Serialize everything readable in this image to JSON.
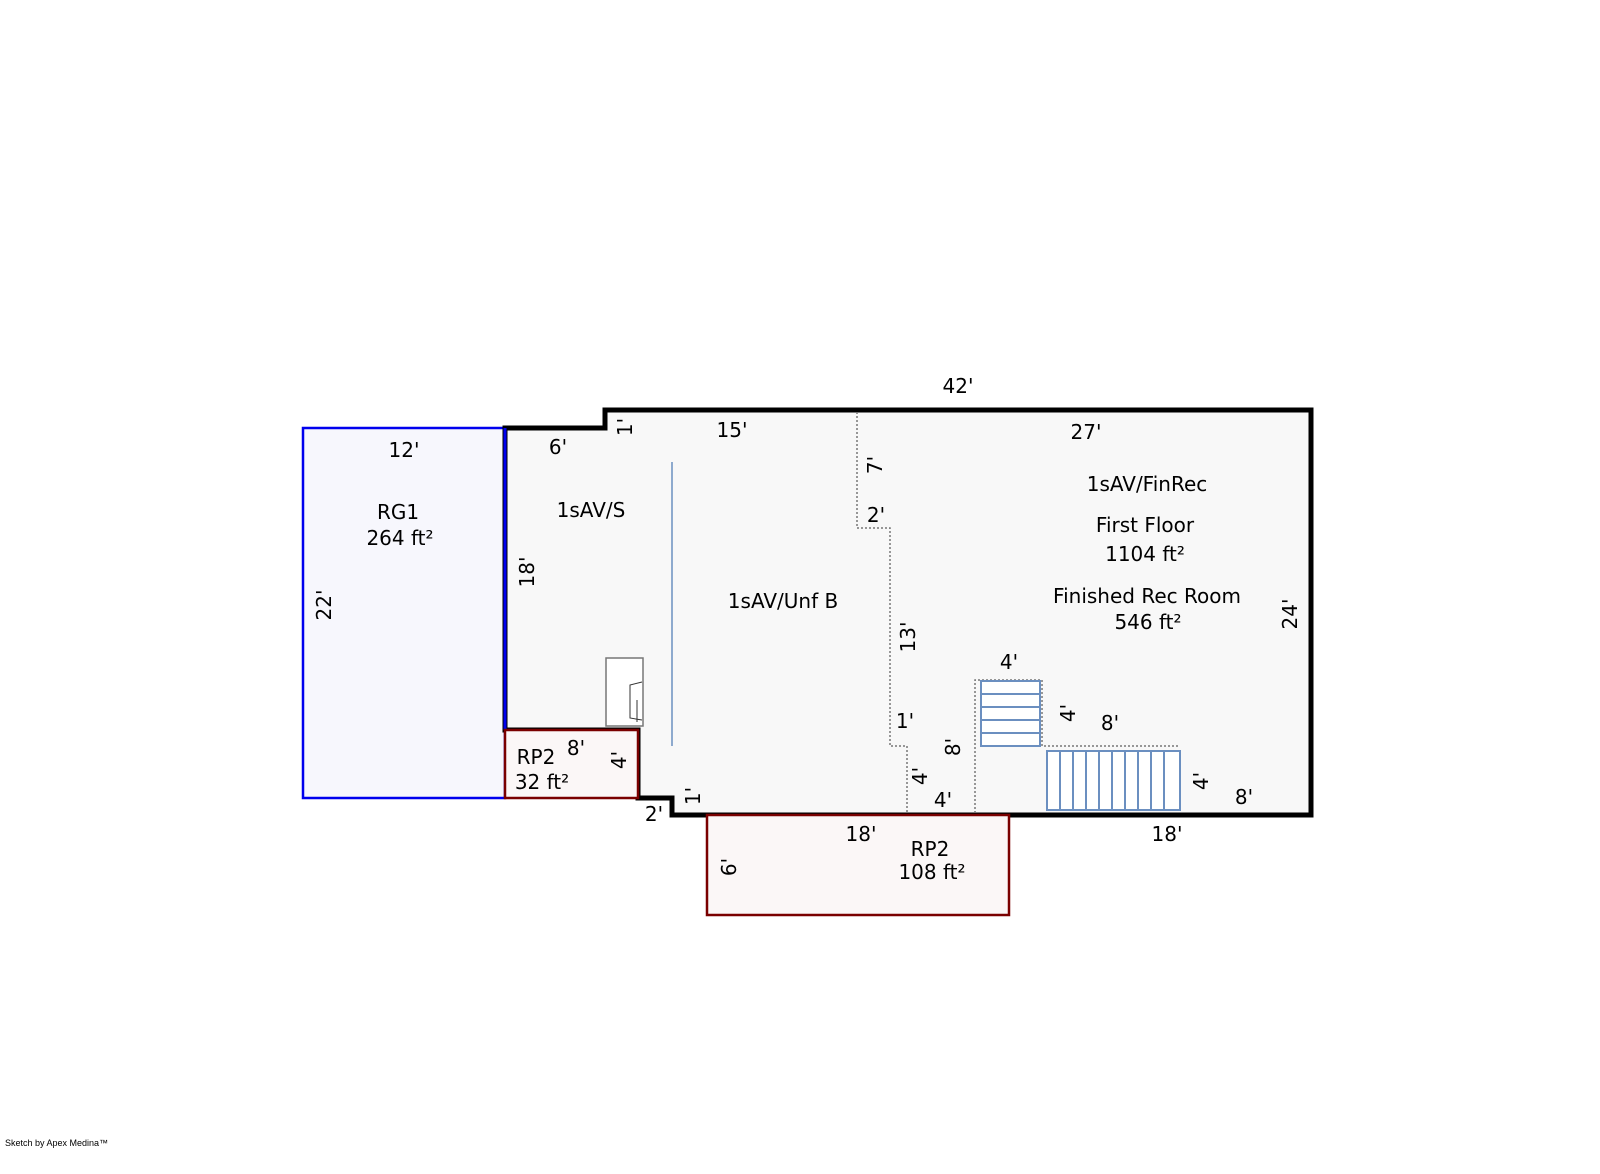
{
  "colors": {
    "wall": "#000000",
    "garage": "#0000ee",
    "porch": "#7a0000",
    "stairs": "#6b8fc0",
    "dotted": "#777777"
  },
  "areas": {
    "rg1": {
      "code": "RG1",
      "area": "264 ft²",
      "width": "12'",
      "height": "22'"
    },
    "rp2_small": {
      "code": "RP2",
      "area": "32 ft²",
      "width": "8'",
      "height": "4'"
    },
    "rp2_large": {
      "code": "RP2",
      "area": "108 ft²",
      "width": "18'",
      "height": "6'"
    },
    "storage": {
      "code": "1sAV/S",
      "dim_top": "6'",
      "dim_step": "1'",
      "dim_left": "18'"
    },
    "unfinished": {
      "code": "1sAV/Unf B",
      "dim_top": "15'",
      "dim_step_v": "1'",
      "dim_step_h": "2'"
    },
    "finished": {
      "code": "1sAV/FinRec",
      "floor": "First Floor",
      "floor_area": "1104 ft²",
      "room": "Finished Rec Room",
      "room_area": "546 ft²",
      "dim_top": "27'",
      "dim_right": "24'",
      "dim_bottom": "18'",
      "dim_bottom_right": "8'"
    }
  },
  "overall": {
    "dim_top": "42'"
  },
  "interior_dims": {
    "d7": "7'",
    "d2": "2'",
    "d13": "13'",
    "d1": "1'",
    "d4a": "4'",
    "d4b": "4'",
    "d8v": "8'",
    "stair1_w": "4'",
    "stair1_h": "4'",
    "stair2_w": "8'",
    "stair2_h": "4'"
  },
  "credit": "Sketch by Apex Medina™"
}
